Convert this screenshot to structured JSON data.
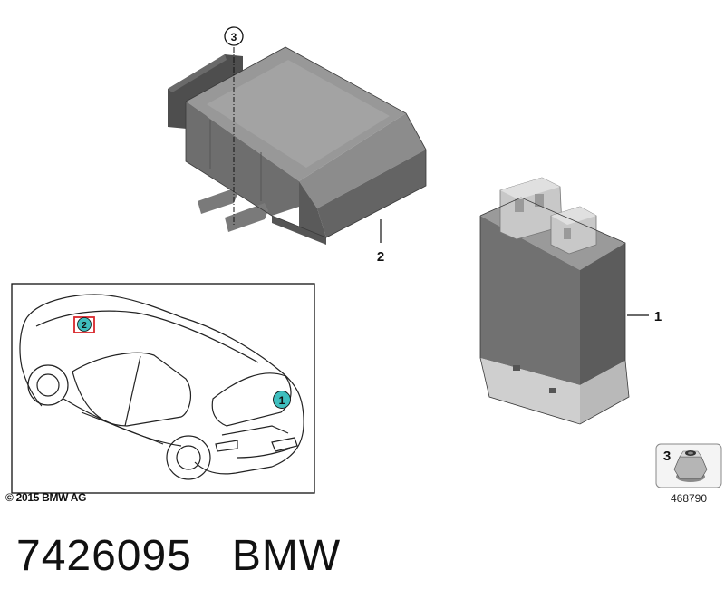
{
  "callouts": {
    "part1": "1",
    "part2": "2",
    "part3": "3",
    "nut_box": "3",
    "car_marker1": "1",
    "car_marker2": "2"
  },
  "nut_code": "468790",
  "copyright": "© 2015 BMW AG",
  "footer": {
    "part_number": "7426095",
    "brand": "BMW"
  },
  "colors": {
    "module_body": "#7a7a7a",
    "module_dark": "#5e5e5e",
    "marker_teal": "#3fbfbf",
    "marker_highlight": "#d9262b"
  }
}
